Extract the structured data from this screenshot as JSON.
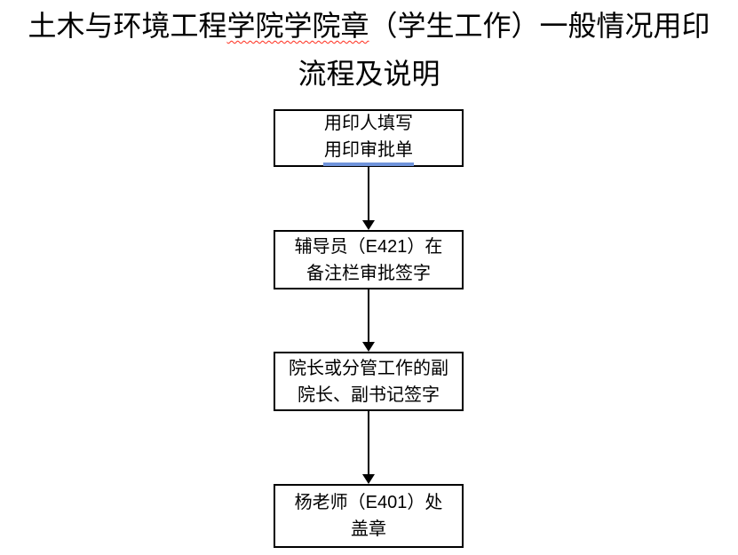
{
  "title": {
    "line1_prefix": "土木与环境工程",
    "line1_misspelled": "学院学院章",
    "line1_suffix": "（学生工作）一般情况用印",
    "line2": "流程及说明"
  },
  "flowchart": {
    "steps": [
      {
        "line1": "用印人填写",
        "line2": "用印审批单"
      },
      {
        "line1": "辅导员（E421）在",
        "line2": "备注栏审批签字"
      },
      {
        "line1": "院长或分管工作的副",
        "line2": "院长、副书记签字"
      },
      {
        "line1": "杨老师（E401）处",
        "line2": "盖章"
      }
    ]
  },
  "colors": {
    "background": "#FFFFFF",
    "text": "#000000",
    "box_border": "#000000",
    "arrow": "#000000",
    "hyperlink_underline": "#7094DB",
    "spellcheck_squiggle": "#FF2B1A"
  }
}
